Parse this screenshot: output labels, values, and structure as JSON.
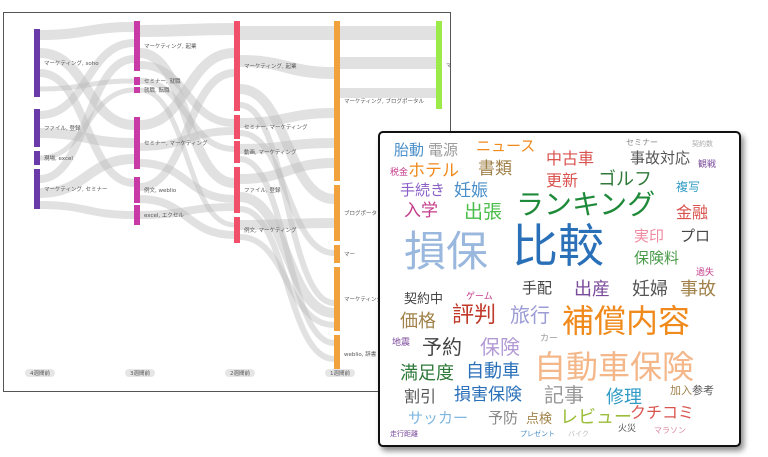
{
  "sankey": {
    "stage_labels": [
      "4週間前",
      "3週間前",
      "2週間前",
      "1週間前"
    ],
    "node_labels": {
      "c0": [
        "マーケティング, soho",
        "ファイル, 登録",
        "現場, excel",
        "マーケティング, セミナー"
      ],
      "c1": [
        "マーケティング, 起業",
        "セミナー, 就職",
        "就職, 転職",
        "セミナー, マーケティング",
        "例文, weblio",
        "excel, エクセル"
      ],
      "c2": [
        "マーケティング, 起業",
        "セミナー, マーケティング",
        "動画, マーケティング",
        "ファイル, 登録",
        "例文, マーケティング"
      ],
      "c3": [
        "マーケティング, ブログポータル",
        "ブログポータ",
        "マー",
        "マーケティング",
        "weblio, 辞書"
      ],
      "c4": [
        "マーケティング, ブログポータルサイト"
      ]
    },
    "colors": {
      "c0": "#6a3aa8",
      "c1": "#c83aa5",
      "c2": "#f0506a",
      "c3": "#f2a23c",
      "c4": "#9bea4a"
    }
  },
  "wordcloud": {
    "words": [
      {
        "text": "胎動",
        "color": "#4a8fc9"
      },
      {
        "text": "電源",
        "color": "#9b9b9b"
      },
      {
        "text": "ニュース",
        "color": "#f08a1c"
      },
      {
        "text": "セミナー",
        "color": "#888888"
      },
      {
        "text": "契約数",
        "color": "#aaaaaa"
      },
      {
        "text": "ホテル",
        "color": "#f08a1c"
      },
      {
        "text": "書類",
        "color": "#a0824a"
      },
      {
        "text": "中古車",
        "color": "#d9534f"
      },
      {
        "text": "事故対応",
        "color": "#555555"
      },
      {
        "text": "観戦",
        "color": "#7a4a9b"
      },
      {
        "text": "税金",
        "color": "#c43b8a"
      },
      {
        "text": "手続き",
        "color": "#8a5fc7"
      },
      {
        "text": "妊娠",
        "color": "#4a8fc9"
      },
      {
        "text": "更新",
        "color": "#d9534f"
      },
      {
        "text": "ゴルフ",
        "color": "#2f7a3a"
      },
      {
        "text": "複写",
        "color": "#2f9bc4"
      },
      {
        "text": "入学",
        "color": "#c43b8a"
      },
      {
        "text": "出張",
        "color": "#4abd4a"
      },
      {
        "text": "ランキング",
        "color": "#1f8a3a"
      },
      {
        "text": "金融",
        "color": "#d9534f"
      },
      {
        "text": "実印",
        "color": "#f08aa0"
      },
      {
        "text": "プロ",
        "color": "#444444"
      },
      {
        "text": "損保",
        "color": "#9ab7dd"
      },
      {
        "text": "比較",
        "color": "#2a70b8"
      },
      {
        "text": "保険料",
        "color": "#4a9b4a"
      },
      {
        "text": "過失",
        "color": "#c43b8a"
      },
      {
        "text": "契約中",
        "color": "#444444"
      },
      {
        "text": "ゲーム",
        "color": "#c43b8a"
      },
      {
        "text": "手配",
        "color": "#444444"
      },
      {
        "text": "出産",
        "color": "#7a4a9b"
      },
      {
        "text": "妊婦",
        "color": "#555555"
      },
      {
        "text": "事故",
        "color": "#a0824a"
      },
      {
        "text": "価格",
        "color": "#a0824a"
      },
      {
        "text": "評判",
        "color": "#c0392b"
      },
      {
        "text": "旅行",
        "color": "#9b9bd5"
      },
      {
        "text": "補償内容",
        "color": "#f08a1c"
      },
      {
        "text": "地震",
        "color": "#7a4a9b"
      },
      {
        "text": "予約",
        "color": "#444444"
      },
      {
        "text": "保険",
        "color": "#b39ad5"
      },
      {
        "text": "カー",
        "color": "#999999"
      },
      {
        "text": "満足度",
        "color": "#2f7a3a"
      },
      {
        "text": "自動車",
        "color": "#2a70b8"
      },
      {
        "text": "自動車保険",
        "color": "#f4b78a"
      },
      {
        "text": "割引",
        "color": "#555555"
      },
      {
        "text": "損害保険",
        "color": "#2a70b8"
      },
      {
        "text": "記事",
        "color": "#999999"
      },
      {
        "text": "修理",
        "color": "#2f9bc4"
      },
      {
        "text": "加入",
        "color": "#a0824a"
      },
      {
        "text": "参考",
        "color": "#555555"
      },
      {
        "text": "サッカー",
        "color": "#7fb7e0"
      },
      {
        "text": "予防",
        "color": "#888888"
      },
      {
        "text": "点検",
        "color": "#a0824a"
      },
      {
        "text": "レビュー",
        "color": "#9bbd3a"
      },
      {
        "text": "クチコミ",
        "color": "#d9534f"
      },
      {
        "text": "火災",
        "color": "#555555"
      },
      {
        "text": "マラソン",
        "color": "#d98aa0"
      },
      {
        "text": "走行距離",
        "color": "#7a4a9b"
      },
      {
        "text": "プレゼント",
        "color": "#4a8fc9"
      },
      {
        "text": "バイク",
        "color": "#bbbbbb"
      }
    ]
  }
}
